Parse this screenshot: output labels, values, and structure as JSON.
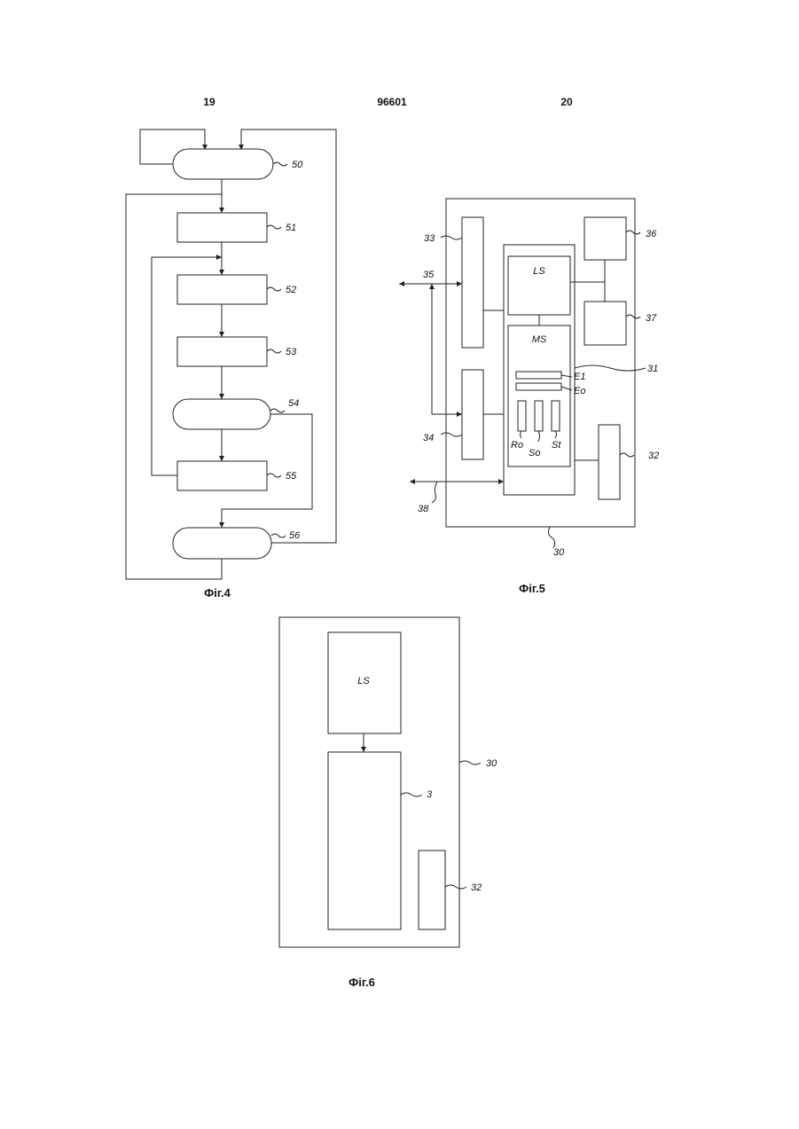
{
  "header": {
    "page_left": "19",
    "patent_number": "96601",
    "page_right": "20"
  },
  "fig4": {
    "caption": "Фіг.4",
    "labels": {
      "n50": "50",
      "n51": "51",
      "n52": "52",
      "n53": "53",
      "n54": "54",
      "n55": "55",
      "n56": "56"
    }
  },
  "fig5": {
    "caption": "Фіг.5",
    "block_text": {
      "ls": "LS",
      "ms": "MS",
      "e1": "E1",
      "eo": "Eo",
      "ro": "Ro",
      "so": "So",
      "st": "St"
    },
    "labels": {
      "n30": "30",
      "n31": "31",
      "n32": "32",
      "n33": "33",
      "n34": "34",
      "n35": "35",
      "n36": "36",
      "n37": "37",
      "n38": "38"
    }
  },
  "fig6": {
    "caption": "Фіг.6",
    "block_text": {
      "ls": "LS"
    },
    "labels": {
      "n30": "30",
      "n3": "3",
      "n32": "32"
    }
  }
}
